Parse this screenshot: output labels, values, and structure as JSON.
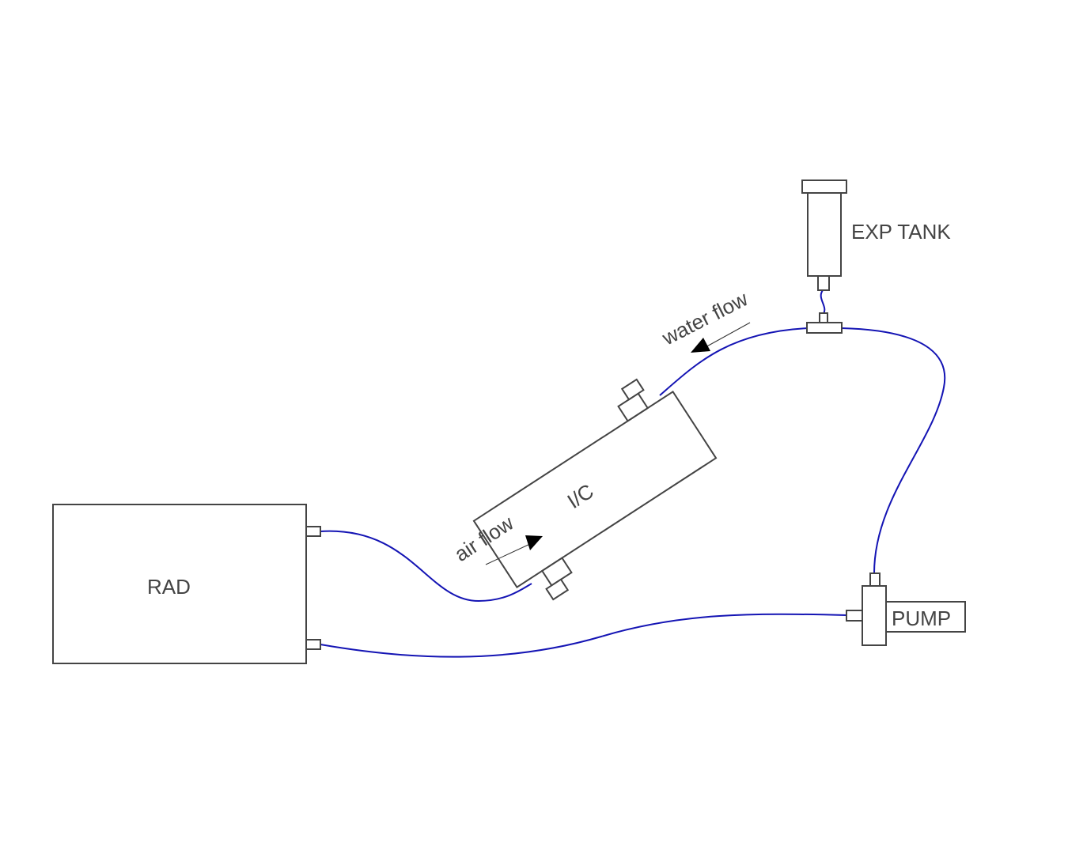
{
  "diagram": {
    "labels": {
      "rad": "RAD",
      "intercooler": "I/C",
      "exp_tank": "EXP TANK",
      "pump": "PUMP",
      "air_flow": "air flow",
      "water_flow": "water flow"
    },
    "colors": {
      "pipe": "#1414b4",
      "outline": "#444444",
      "text": "#444444",
      "arrow": "#000000",
      "background": "#ffffff"
    }
  }
}
